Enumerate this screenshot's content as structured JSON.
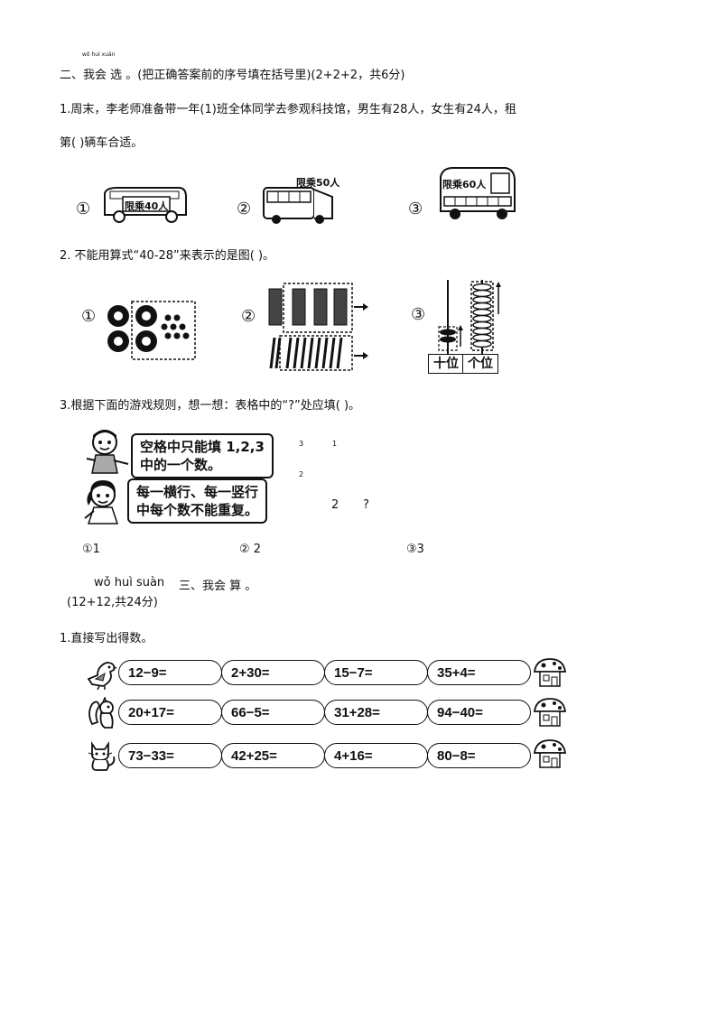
{
  "header": {
    "pinyin_top": "wǒ huì xuǎn"
  },
  "section2": {
    "title": "二、我会 选 。(把正确答案前的序号填在括号里)(2+2+2，共6分)",
    "q1": {
      "text_line1": "1.周末，李老师准备带一年(1)班全体同学去参观科技馆，男生有28人，女生有24人，租",
      "text_line2": "第(      )辆车合适。",
      "options": [
        {
          "mark": "①",
          "sign": "限乘40人"
        },
        {
          "mark": "②",
          "sign": "限乘50人"
        },
        {
          "mark": "③",
          "sign": "限乘60人"
        }
      ]
    },
    "q2": {
      "text": "2. 不能用算式“40-28”来表示的是图(       )。",
      "options": [
        {
          "mark": "①"
        },
        {
          "mark": "②"
        },
        {
          "mark": "③",
          "place_labels": [
            "十位",
            "个位"
          ]
        }
      ]
    },
    "q3": {
      "text": "3.根据下面的游戏规则，想一想：表格中的“?”处应填(        )。",
      "bubble1": {
        "line1": "空格中只能填 1,2,3",
        "line2": "中的一个数。"
      },
      "bubble2": {
        "line1": "每一横行、每一竖行",
        "line2": "中每个数不能重复。"
      },
      "grid": {
        "r1c1": "3",
        "r1c2": "1",
        "r2c1": "2",
        "r3c1": "2",
        "r3c2": "?"
      },
      "options": [
        "①1",
        "② 2",
        "③3"
      ]
    }
  },
  "section3": {
    "title_pinyin": "wǒ huì suàn",
    "title": "三、我会  算  。",
    "score": "(12+12,共24分)",
    "q1_text": "1.直接写出得数。",
    "rows": [
      {
        "animal": "bird-icon",
        "items": [
          "12−9=",
          "2+30=",
          "15−7=",
          "35+4="
        ]
      },
      {
        "animal": "squirrel-icon",
        "items": [
          "20+17=",
          "66−5=",
          "31+28=",
          "94−40="
        ]
      },
      {
        "animal": "cat-icon",
        "items": [
          "73−33=",
          "42+25=",
          "4+16=",
          "80−8="
        ]
      }
    ]
  }
}
